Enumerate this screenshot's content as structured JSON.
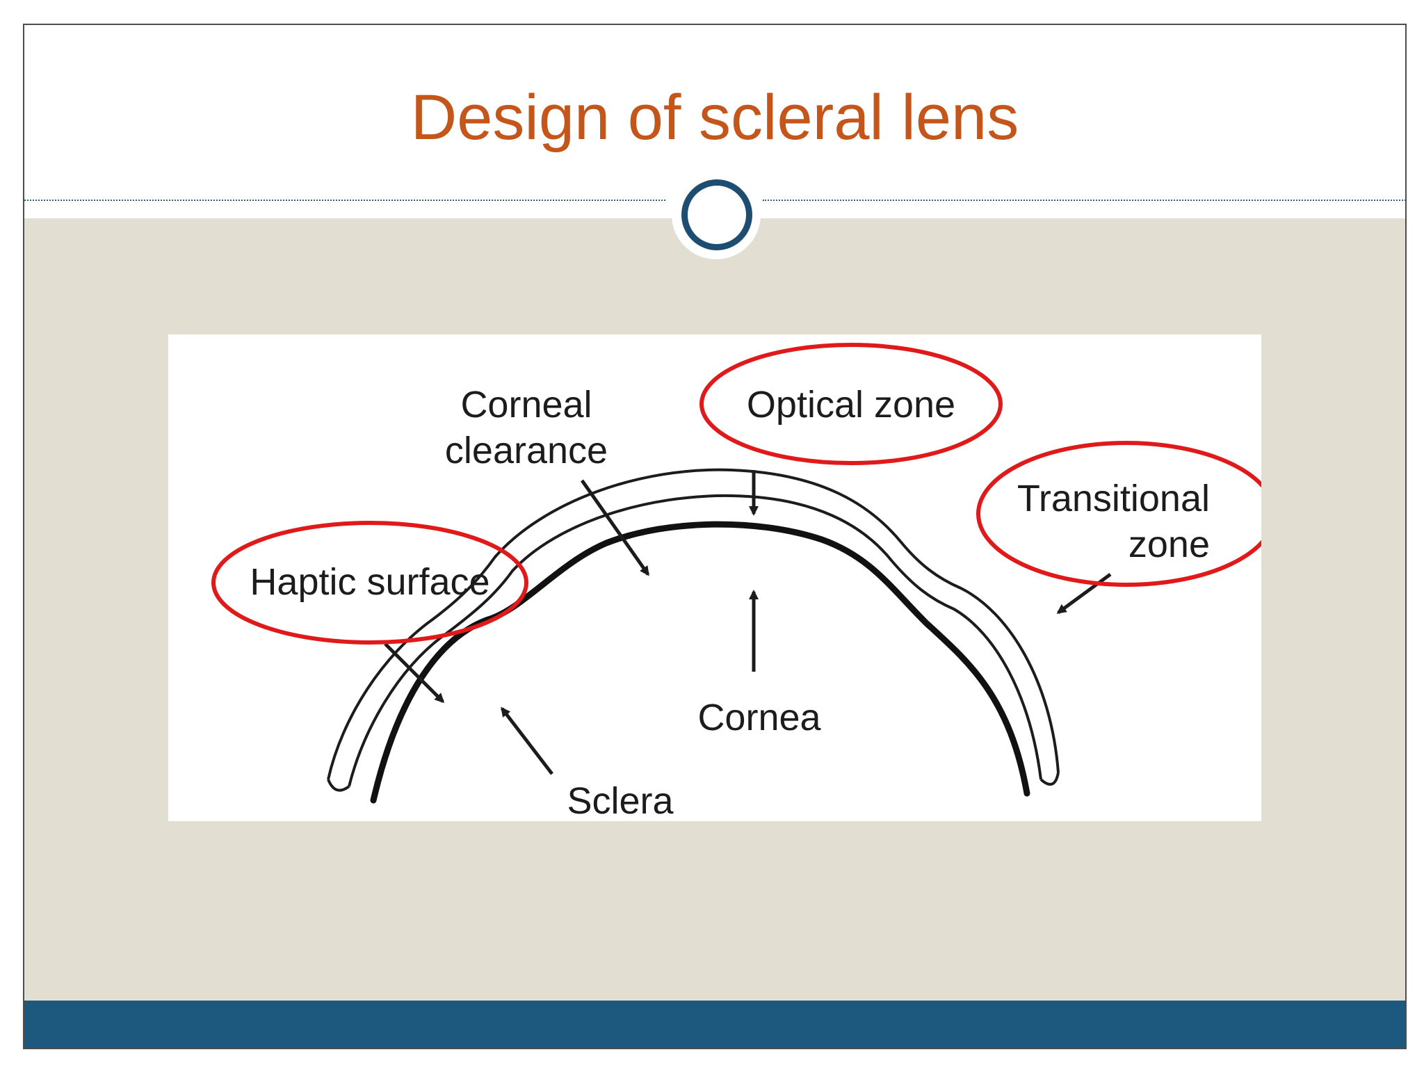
{
  "slide": {
    "title": "Design of scleral lens",
    "colors": {
      "title": "#c4561c",
      "content_background": "#e2dfd2",
      "footer": "#1d587f",
      "ornament_ring": "#1d4e72",
      "highlight_ellipse": "#e01a1a"
    }
  },
  "diagram": {
    "labels": {
      "corneal_clearance_line1": "Corneal",
      "corneal_clearance_line2": "clearance",
      "optical_zone": "Optical zone",
      "transitional_zone_line1": "Transitional",
      "transitional_zone_line2": "zone",
      "haptic_surface": "Haptic surface",
      "cornea": "Cornea",
      "sclera": "Sclera"
    },
    "highlighted": [
      "Optical zone",
      "Transitional zone",
      "Haptic surface"
    ]
  }
}
